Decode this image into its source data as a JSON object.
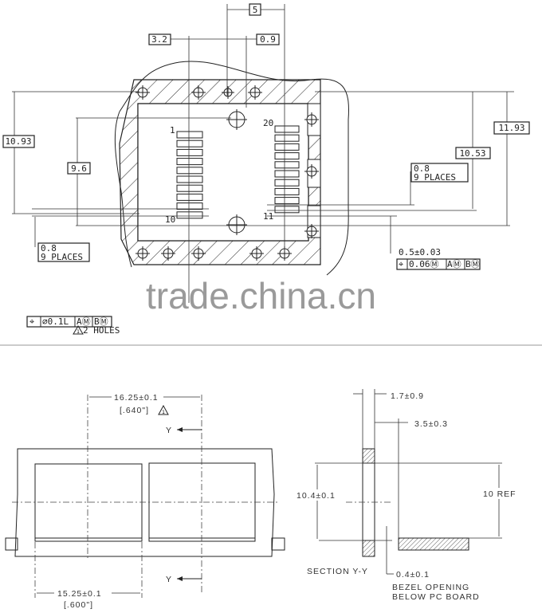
{
  "top_view": {
    "dim_5": "5",
    "dim_3_2": "3.2",
    "dim_0_9": "0.9",
    "dim_10_93": "10.93",
    "dim_9_6": "9.6",
    "dim_11_93": "11.93",
    "dim_10_53": "10.53",
    "pitch_right": {
      "line1": "0.8",
      "line2": "9 PLACES"
    },
    "pitch_left": {
      "line1": "0.8",
      "line2": "9 PLACES"
    },
    "pin_1": "1",
    "pin_10": "10",
    "pin_20": "20",
    "pin_11": "11",
    "pad_width": "0.5±0.03",
    "fcf_right": [
      "⌖",
      "0.06Ⓜ",
      "AⓂ",
      "BⓂ"
    ],
    "fcf_left": [
      "⌖",
      "⌀0.1L",
      "AⓂ",
      "BⓂ"
    ],
    "holes_note": "2 HOLES",
    "note_flag": "1"
  },
  "watermark": "trade.china.cn",
  "front_view": {
    "dim_16_25": "16.25±0.1",
    "dim_640": "[.640\"]",
    "note_flag": "1",
    "section_mark_top": "Y",
    "section_mark_bottom": "Y",
    "dim_15_25": "15.25±0.1",
    "dim_600": "[.600\"]"
  },
  "section_view": {
    "dim_1_7": "1.7±0.9",
    "dim_3_5": "3.5±0.3",
    "dim_10_4": "10.4±0.1",
    "dim_10_ref": "10 REF",
    "title": "SECTION  Y-Y",
    "dim_0_4": "0.4±0.1",
    "note_line1": "BEZEL OPENING",
    "note_line2": "BELOW PC BOARD"
  }
}
